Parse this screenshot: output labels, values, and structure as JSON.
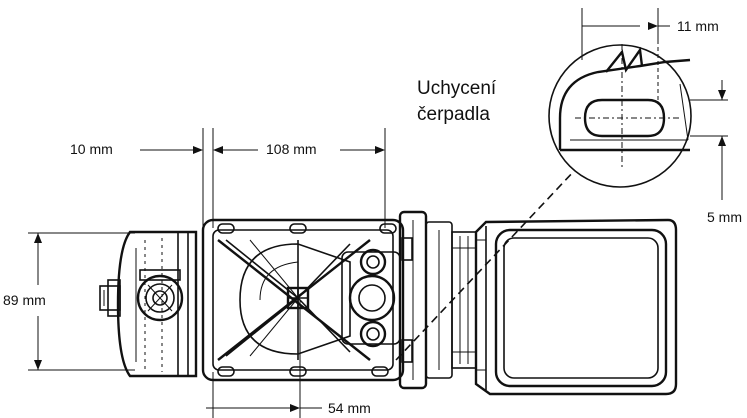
{
  "callout": {
    "title_line1": "Uchycení",
    "title_line2": "čerpadla"
  },
  "dimensions": {
    "top_left": "10 mm",
    "top_mid": "108 mm",
    "height": "89 mm",
    "bottom": "54 mm",
    "detail_top": "11 mm",
    "detail_right": "5 mm"
  }
}
